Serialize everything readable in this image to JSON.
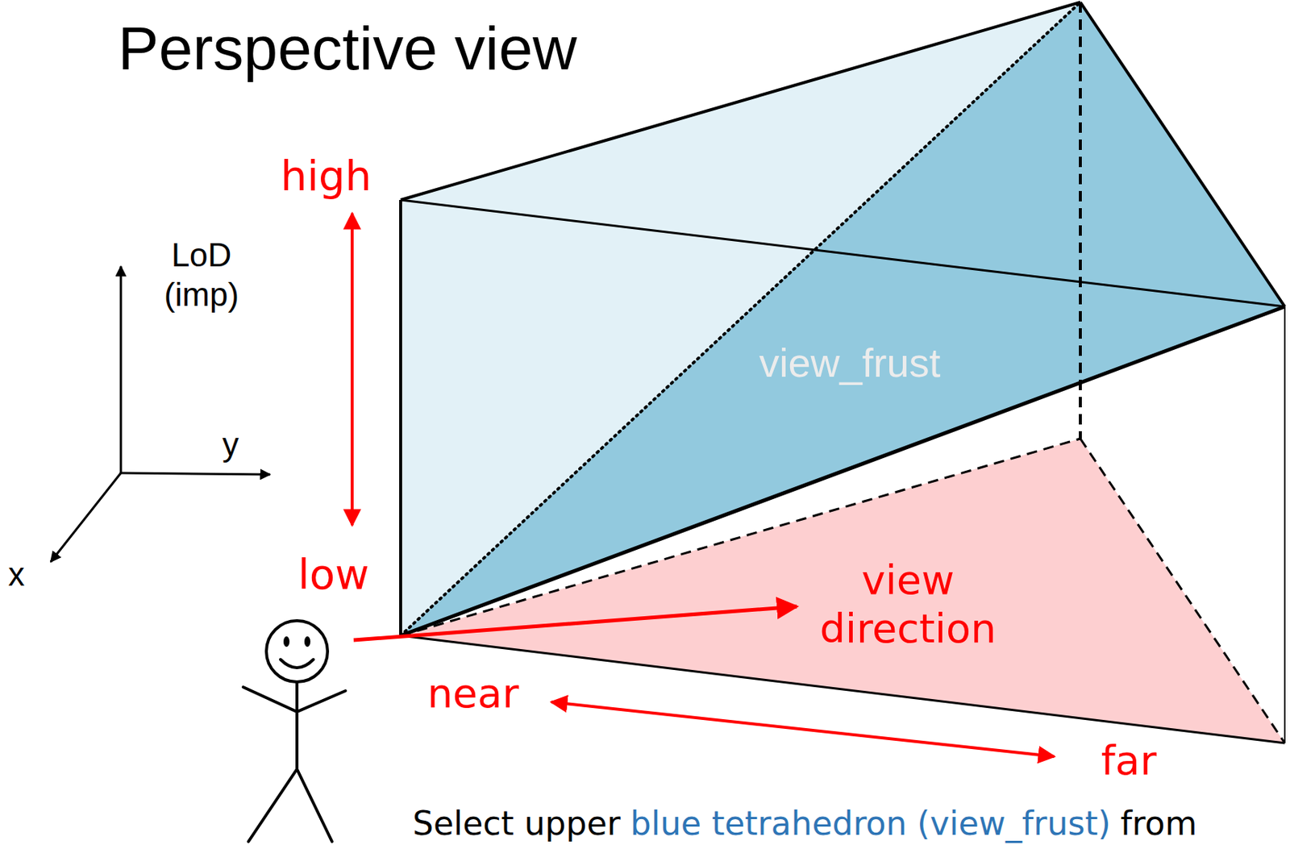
{
  "diagram": {
    "title": "Perspective view",
    "labels": [
      "high",
      "low",
      "LoD (imp)",
      "y",
      "x",
      "view_frust",
      "view direction",
      "near",
      "far",
      "Select upper",
      "blue tetrahedron (view_frust)",
      "from"
    ]
  }
}
